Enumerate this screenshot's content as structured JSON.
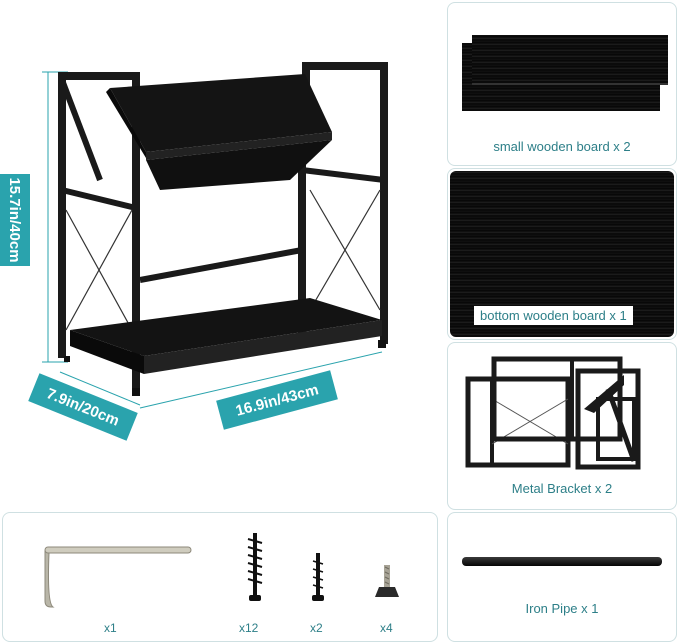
{
  "dimensions": {
    "height": "15.7in/40cm",
    "depth": "7.9in/20cm",
    "width": "16.9in/43cm"
  },
  "parts": {
    "small_board": "small wooden board x 2",
    "bottom_board": "bottom wooden board x 1",
    "metal_bracket": "Metal Bracket x 2",
    "iron_pipe": "Iron Pipe x 1"
  },
  "hardware": {
    "allen_key_qty": "x1",
    "long_screw_qty": "x12",
    "short_screw_qty": "x2",
    "foot_pad_qty": "x4"
  },
  "colors": {
    "accent": "#2aa3ad",
    "frame": "#1a1a1a",
    "panel_border": "#cfe0e2"
  }
}
